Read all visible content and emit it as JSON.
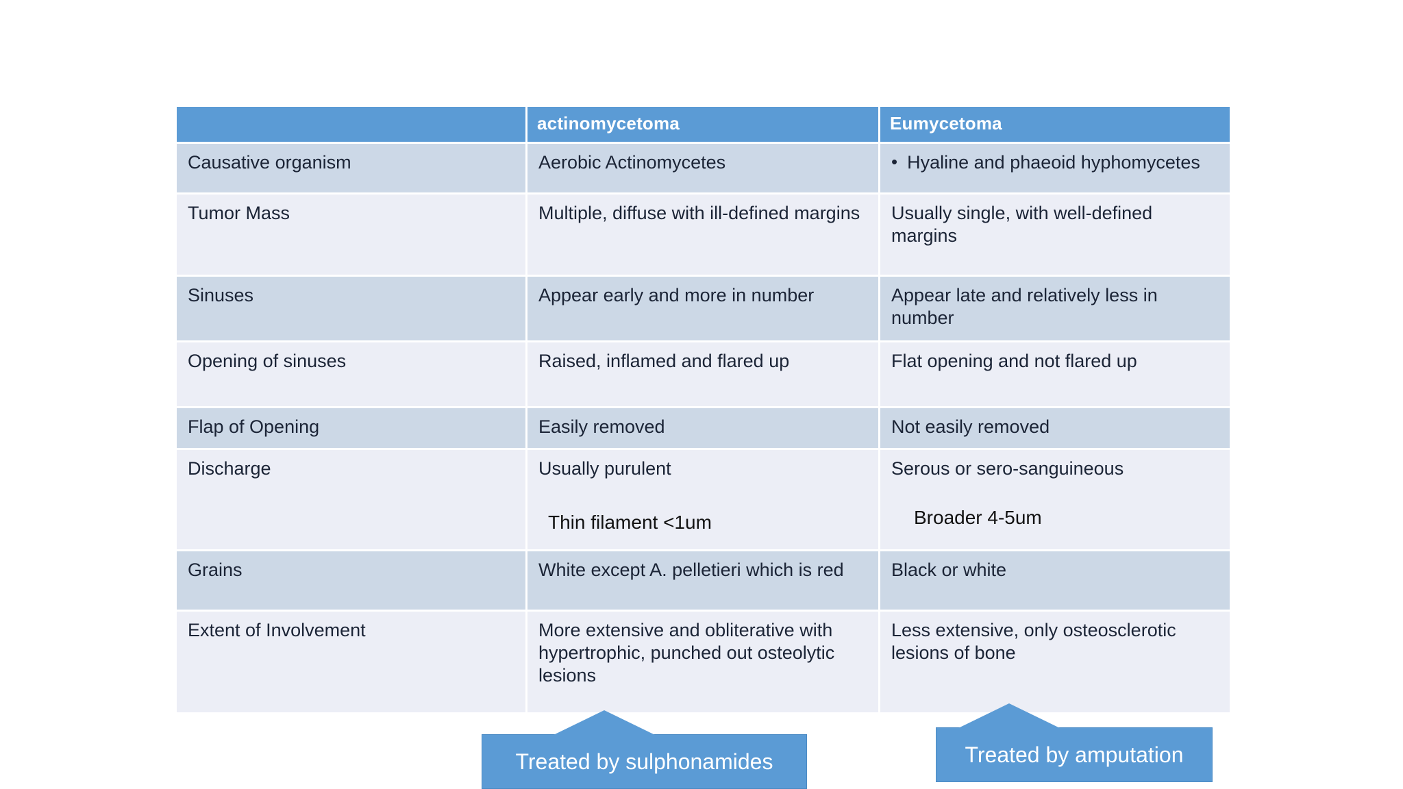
{
  "table": {
    "headers": [
      {
        "label": "",
        "name": "feature-column-header"
      },
      {
        "label": "actinomycetoma",
        "name": "actinomycetoma-column-header"
      },
      {
        "label": "Eumycetoma",
        "name": "eumycetoma-column-header"
      }
    ],
    "rows": [
      {
        "feature": "Causative organism",
        "actinomycetoma": "Aerobic Actinomycetes",
        "eumycetoma": "Hyaline and phaeoid hyphomycetes",
        "eumycetoma_bulleted": true
      },
      {
        "feature": "Tumor Mass",
        "actinomycetoma": "Multiple, diffuse with ill-defined margins",
        "eumycetoma": "Usually single, with well-defined margins"
      },
      {
        "feature": "Sinuses",
        "actinomycetoma": "Appear early and more in number",
        "eumycetoma": "Appear late and relatively less in number"
      },
      {
        "feature": "Opening of sinuses",
        "actinomycetoma": "Raised, inflamed and flared up",
        "eumycetoma": "Flat opening and not flared up"
      },
      {
        "feature": "Flap of Opening",
        "actinomycetoma": "Easily removed",
        "eumycetoma": "Not easily removed"
      },
      {
        "feature": "Discharge",
        "actinomycetoma": "Usually purulent",
        "eumycetoma": "Serous or sero-sanguineous"
      },
      {
        "feature": "Grains",
        "actinomycetoma": "White except A. pelletieri which is red",
        "eumycetoma": "Black or white"
      },
      {
        "feature": "Extent of Involvement",
        "actinomycetoma": "More extensive and obliterative with hypertrophic, punched out osteolytic lesions",
        "eumycetoma": "Less extensive, only osteosclerotic lesions of bone"
      }
    ]
  },
  "annotations": {
    "thin_filament": "Thin filament <1um",
    "broader": "Broader 4-5um"
  },
  "callouts": {
    "actinomycetoma_treatment": "Treated by sulphonamides",
    "eumycetoma_treatment": "Treated by amputation"
  },
  "colors": {
    "header_blue": "#5b9bd5",
    "band_dark": "#ccd8e6",
    "band_light": "#eceef6",
    "text_dark": "#1b2436",
    "callout_blue": "#5b9bd5",
    "page_background": "#ffffff"
  }
}
